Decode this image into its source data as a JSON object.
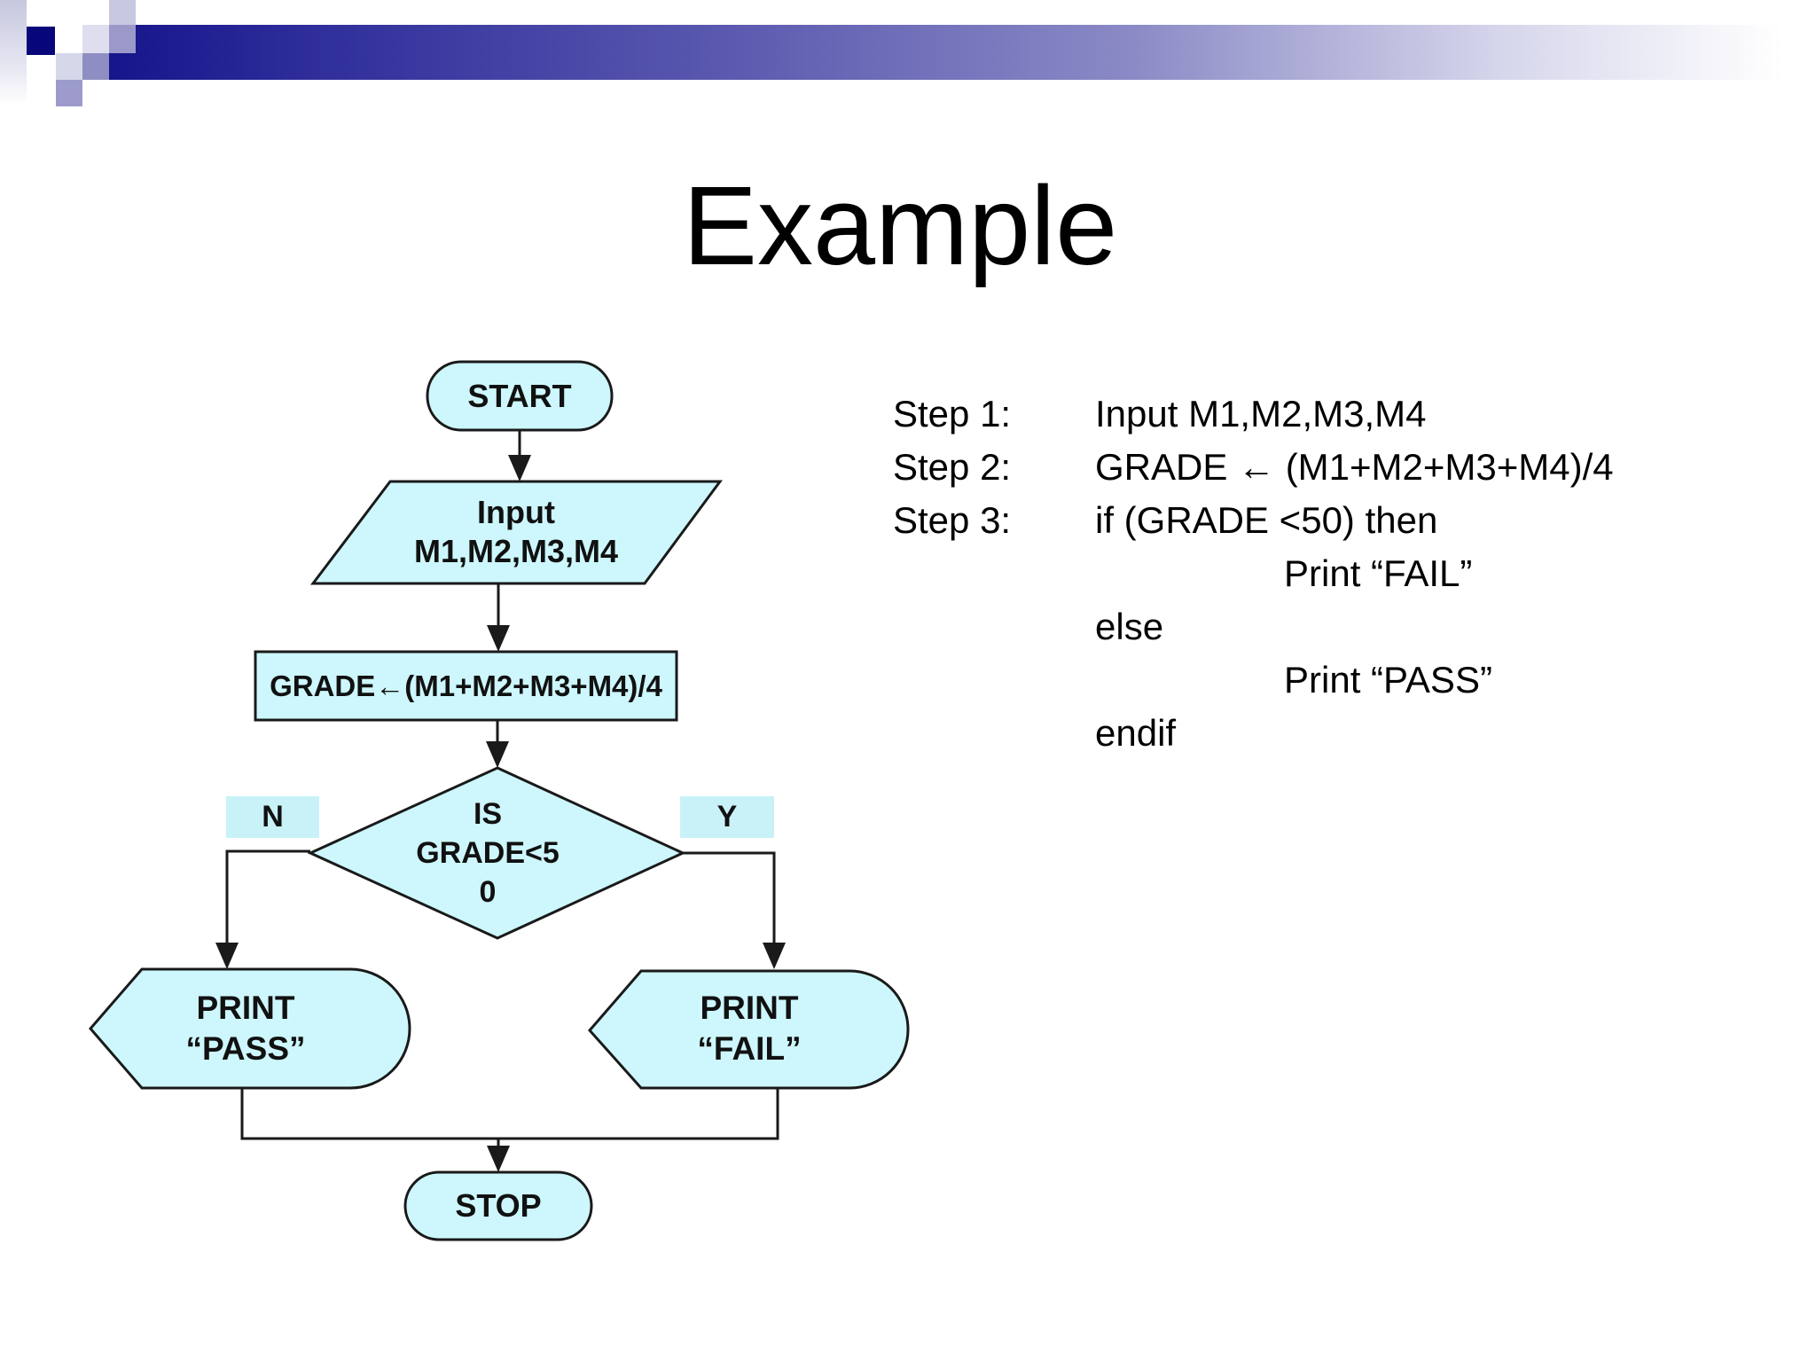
{
  "slide": {
    "title": "Example",
    "colors": {
      "bar_navy": "#16158b",
      "shape_fill": "#cdf7fc",
      "branch_fill": "#c9f2f8",
      "stroke": "#1a1a1a"
    }
  },
  "flowchart": {
    "start": {
      "label": "START"
    },
    "input": {
      "line1": "Input",
      "line2": "M1,M2,M3,M4"
    },
    "process": {
      "label": "GRADE←(M1+M2+M3+M4)/4"
    },
    "decision": {
      "line1": "IS",
      "line2": "GRADE<5",
      "line3": "0"
    },
    "branch_no": {
      "label": "N"
    },
    "branch_yes": {
      "label": "Y"
    },
    "print_pass": {
      "line1": "PRINT",
      "line2": "“PASS”"
    },
    "print_fail": {
      "line1": "PRINT",
      "line2": "“FAIL”"
    },
    "stop": {
      "label": "STOP"
    }
  },
  "pseudocode": {
    "rows": [
      {
        "label": "Step 1:",
        "text": "Input M1,M2,M3,M4"
      },
      {
        "label": "Step 2:",
        "text": "GRADE ← (M1+M2+M3+M4)/4"
      },
      {
        "label": "Step 3:",
        "text": "if (GRADE <50) then"
      },
      {
        "label": "",
        "text": "Print “FAIL”"
      },
      {
        "label": "",
        "text": "else"
      },
      {
        "label": "",
        "text": "Print “PASS”"
      },
      {
        "label": "",
        "text": "endif"
      }
    ]
  }
}
